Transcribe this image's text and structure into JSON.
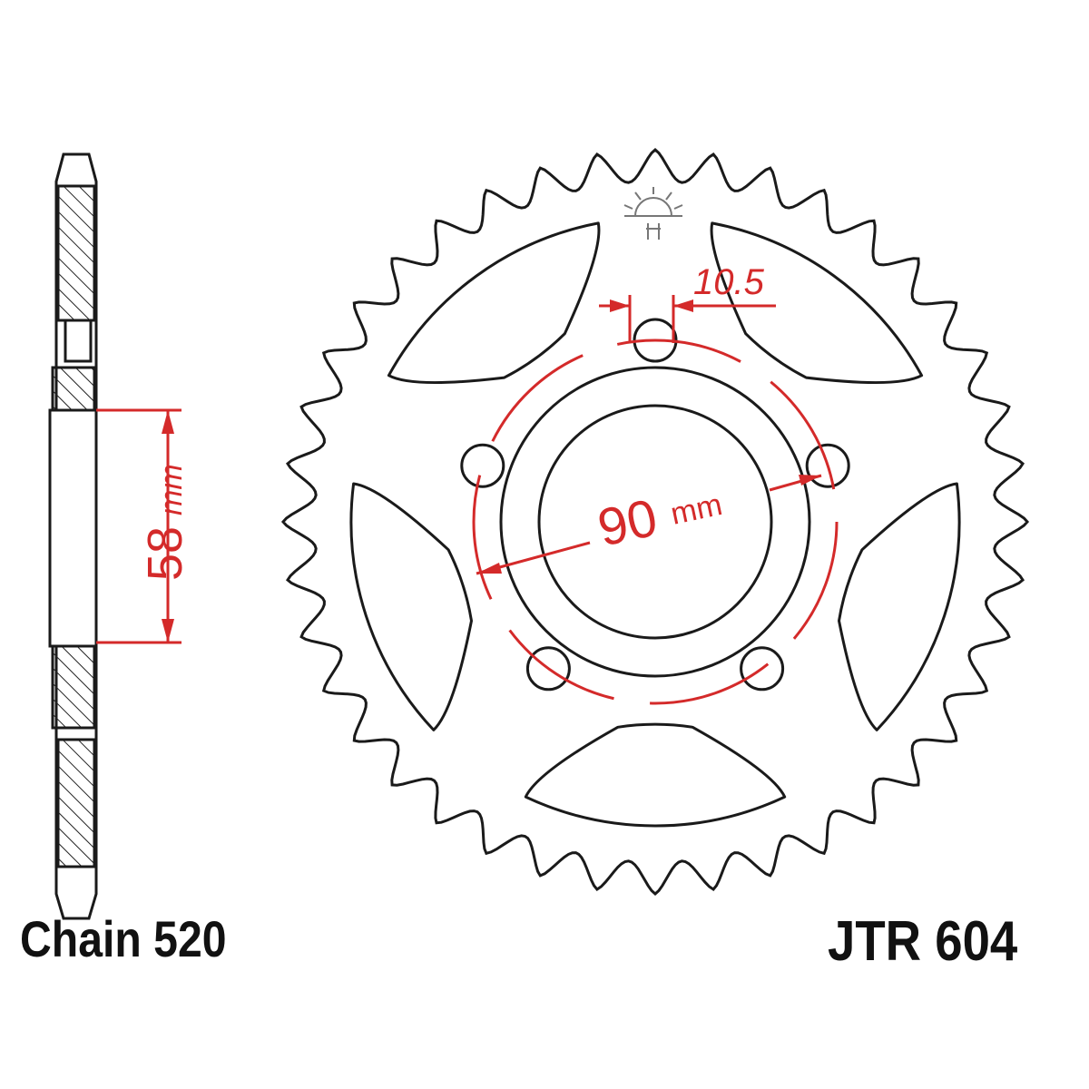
{
  "captions": {
    "chain": "Chain 520",
    "part_number": "JTR 604"
  },
  "dimensions": {
    "hub_bore": {
      "value": "58",
      "unit": "mm"
    },
    "bolt_circle": {
      "value": "90",
      "unit": "mm"
    },
    "bolt_hole": {
      "value": "10.5"
    }
  },
  "sprocket": {
    "teeth": 40,
    "bolt_holes": 5
  },
  "colors": {
    "outline": "#1a1a1a",
    "dimension": "#d42a2a"
  }
}
